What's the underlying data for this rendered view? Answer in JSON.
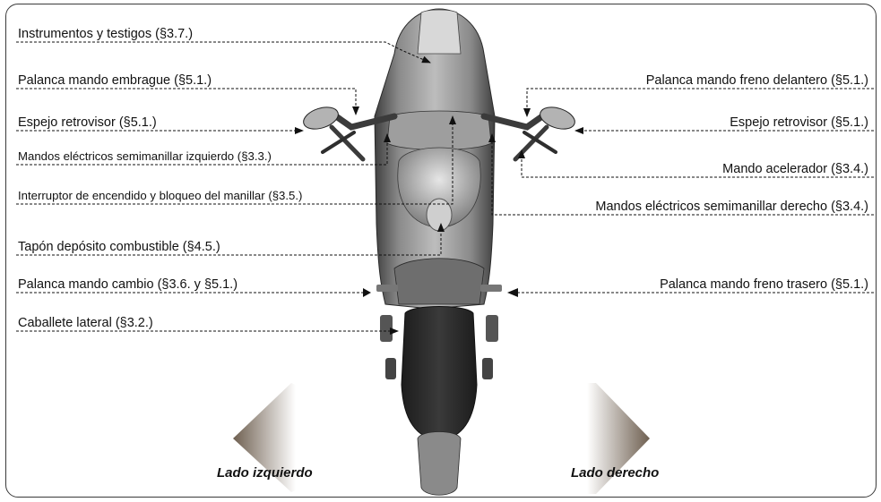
{
  "labels_left": [
    {
      "id": "instrumentos",
      "text": "Instrumentos y testigos (§3.7.)"
    },
    {
      "id": "embrague",
      "text": "Palanca mando embrague (§5.1.)"
    },
    {
      "id": "espejo_izq",
      "text": "Espejo retrovisor (§5.1.)"
    },
    {
      "id": "mandos_izq",
      "text": "Mandos eléctricos semimanillar izquierdo (§3.3.)"
    },
    {
      "id": "interruptor",
      "text": "Interruptor de encendido y bloqueo del manillar (§3.5.)"
    },
    {
      "id": "tapon",
      "text": "Tapón depósito combustible (§4.5.)"
    },
    {
      "id": "cambio",
      "text": "Palanca mando cambio (§3.6. y §5.1.)"
    },
    {
      "id": "caballete",
      "text": "Caballete lateral (§3.2.)"
    }
  ],
  "labels_right": [
    {
      "id": "freno_delantero",
      "text": "Palanca mando freno delantero (§5.1.)"
    },
    {
      "id": "espejo_der",
      "text": "Espejo retrovisor (§5.1.)"
    },
    {
      "id": "acelerador",
      "text": "Mando acelerador (§3.4.)"
    },
    {
      "id": "mandos_der",
      "text": "Mandos eléctricos semimanillar derecho (§3.4.)"
    },
    {
      "id": "freno_trasero",
      "text": "Palanca mando freno trasero (§5.1.)"
    }
  ],
  "sides": {
    "left": "Lado izquierdo",
    "right": "Lado derecho"
  }
}
